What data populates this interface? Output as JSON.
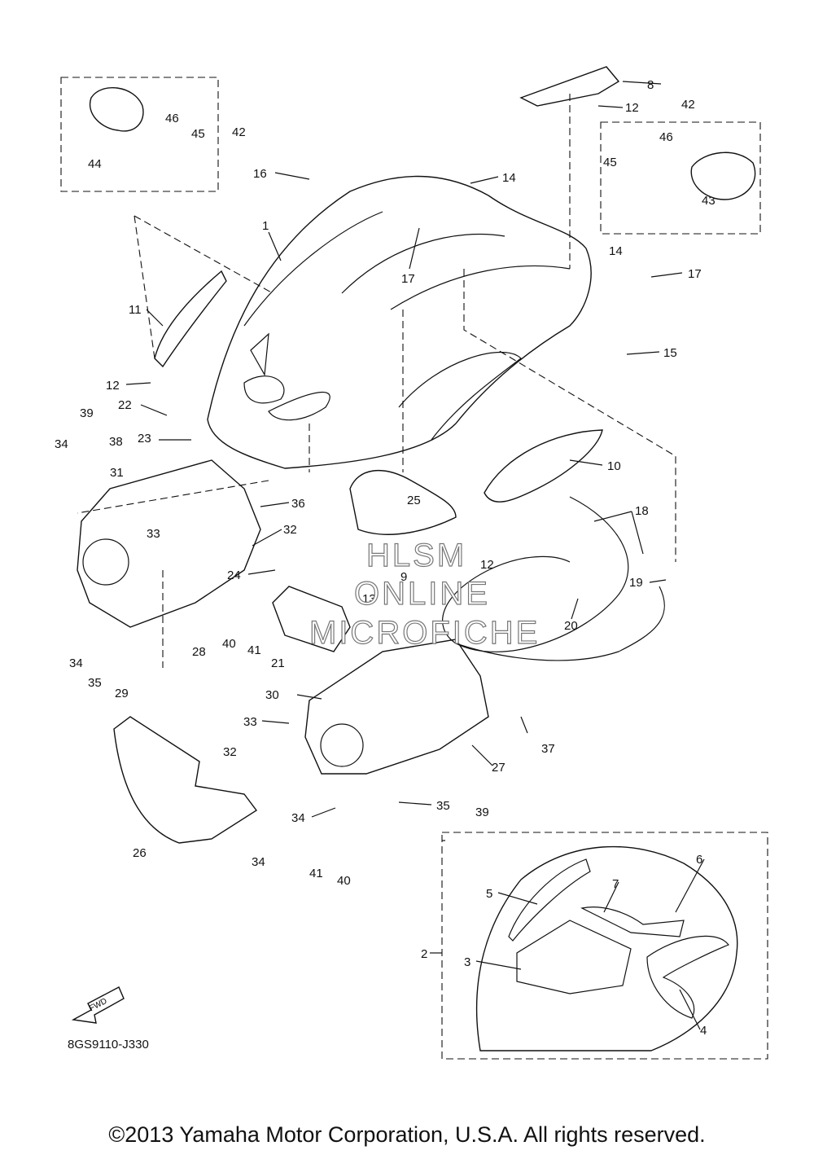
{
  "diagram_code": "8GS9110-J330",
  "fwd_label": "FWD",
  "watermark": [
    "HLSM",
    "ONLINE",
    "MICROFICHE"
  ],
  "copyright": "©2013 Yamaha Motor Corporation, U.S.A. All rights reserved.",
  "callouts": [
    "1",
    "2",
    "3",
    "4",
    "5",
    "6",
    "7",
    "8",
    "9",
    "10",
    "11",
    "12",
    "13",
    "14",
    "15",
    "16",
    "17",
    "18",
    "19",
    "20",
    "21",
    "22",
    "23",
    "24",
    "25",
    "26",
    "27",
    "28",
    "29",
    "30",
    "31",
    "32",
    "33",
    "34",
    "35",
    "36",
    "37",
    "38",
    "39",
    "40",
    "41",
    "42",
    "43",
    "44",
    "45",
    "46"
  ]
}
